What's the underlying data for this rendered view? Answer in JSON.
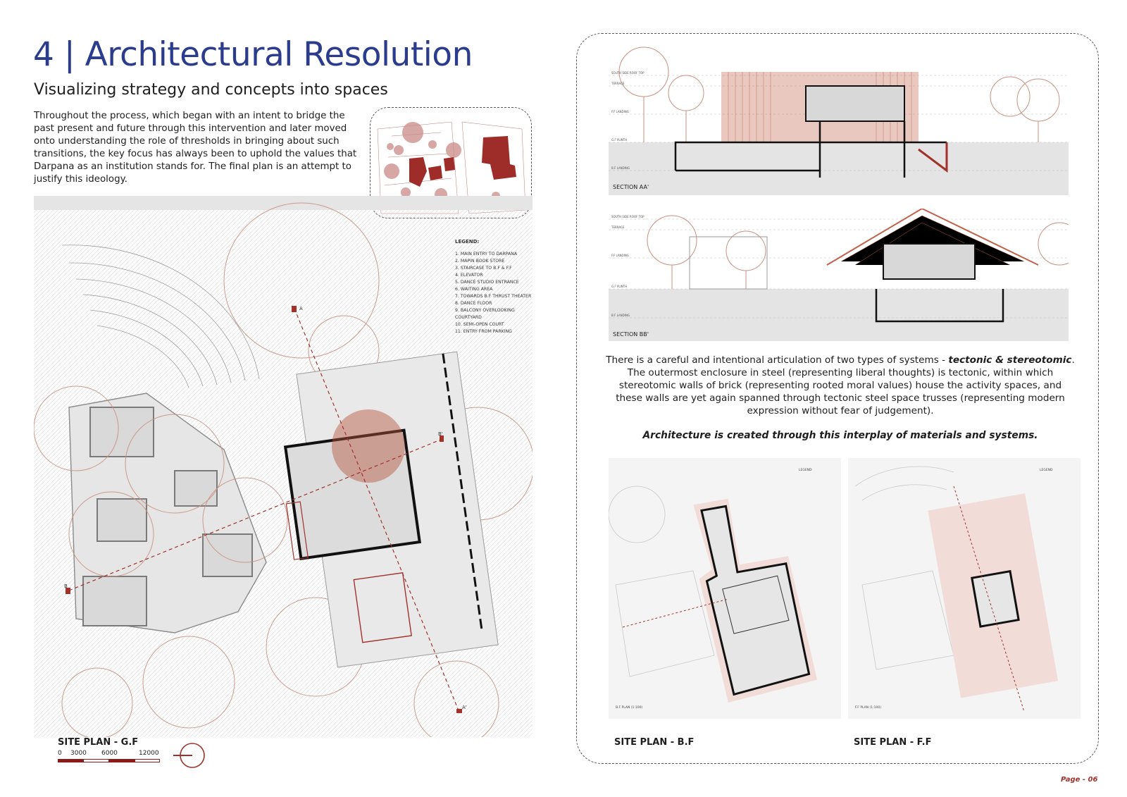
{
  "title": "4 | Architectural Resolution",
  "subtitle": "Visualizing strategy and concepts into spaces",
  "intro": "Throughout the process, which began with an intent to bridge the past present and future through this intervention and later moved onto understanding the role of thresholds in bringing about such transitions, the key focus has always been to uphold the values that Darpana as an institution stands for. The final plan is an attempt to justify this ideology.",
  "legend": {
    "title": "LEGEND:",
    "items": [
      "1. MAIN ENTRY TO DARPANA",
      "2. MAPIN BOOK STORE",
      "3. STAIRCASE TO B.F & F.F",
      "4. ELEVATOR",
      "5. DANCE STUDIO ENTRANCE",
      "6. WAITING AREA",
      "7. TOWARDS B.F THRUST THEATER",
      "8. DANCE FLOOR",
      "9. BALCONY OVERLOOKING COURTYARD",
      "10. SEMI-OPEN COURT",
      "11. ENTRY FROM PARKING"
    ]
  },
  "site_plan": {
    "caption": "SITE PLAN - G.F",
    "marker_a": "A",
    "marker_a2": "A'",
    "marker_b": "B",
    "marker_b2": "B'",
    "scale": [
      "0",
      "3000",
      "6000",
      "12000"
    ]
  },
  "section_aa": {
    "label": "SECTION AA'",
    "levels": [
      "SOUTH SIDE ROOF TOP",
      "TERRACE",
      "F.F LANDING",
      "G.F PLINTH",
      "B.F LANDING"
    ]
  },
  "section_bb": {
    "label": "SECTION BB'",
    "levels": [
      "SOUTH SIDE ROOF TOP",
      "TERRACE",
      "F.F LANDING",
      "G.F PLINTH",
      "B.F LANDING"
    ]
  },
  "systems_text": {
    "part1": "There is a careful and intentional articulation of two types of systems - ",
    "emphasis": "tectonic & stereotomic",
    "part2": ". The outermost enclosure in steel (representing liberal thoughts) is tectonic, within which stereotomic walls of brick (representing rooted moral values) house the activity spaces, and these walls are yet again spanned through tectonic steel space trusses (representing modern expression without fear of judgement)."
  },
  "tagline": "Architecture is created through this interplay of materials and systems.",
  "plan_bf": {
    "caption": "SITE PLAN - B.F",
    "sheet_label": "B.F PLAN (1:100)",
    "legend_title": "LEGEND"
  },
  "plan_ff": {
    "caption": "SITE PLAN - F.F",
    "sheet_label": "F.F PLAN (1:100)",
    "legend_title": "LEGEND"
  },
  "page_number": "Page - 06",
  "colors": {
    "title_blue": "#2b3c8d",
    "accent_red": "#a0322a",
    "brick": "#b5533c",
    "tree": "#c99080"
  }
}
